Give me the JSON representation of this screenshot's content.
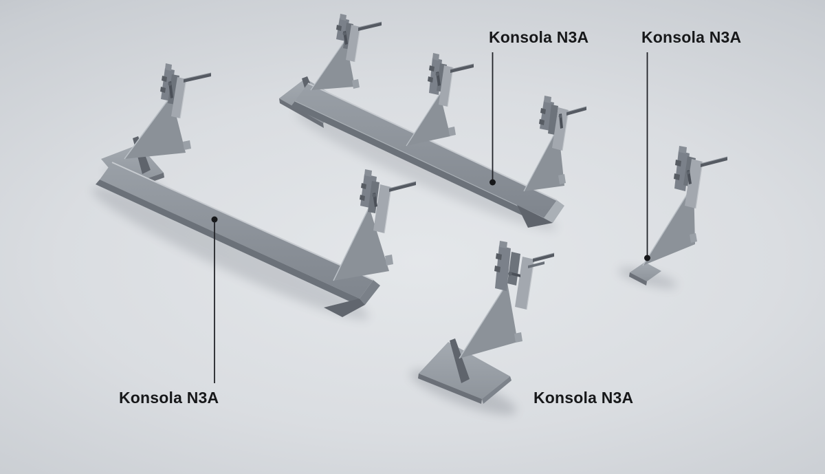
{
  "figure": {
    "product_name": "Konsola N3A",
    "callouts": [
      {
        "position": "top-center",
        "label": "Konsola N3A",
        "has_leader_line": true
      },
      {
        "position": "top-right",
        "label": "Konsola N3A",
        "has_leader_line": true
      },
      {
        "position": "bottom-left",
        "label": "Konsola N3A",
        "has_leader_line": true
      },
      {
        "position": "bottom-center",
        "label": "Konsola N3A",
        "has_leader_line": false
      }
    ],
    "colors": {
      "background_center": "#e4e7ea",
      "background_edge": "#adb1b7",
      "metal_light": "#a3a8af",
      "metal_mid": "#8f959c",
      "metal_dark": "#6b7179",
      "label_text": "#17181a",
      "leader_line": "#212328"
    }
  }
}
